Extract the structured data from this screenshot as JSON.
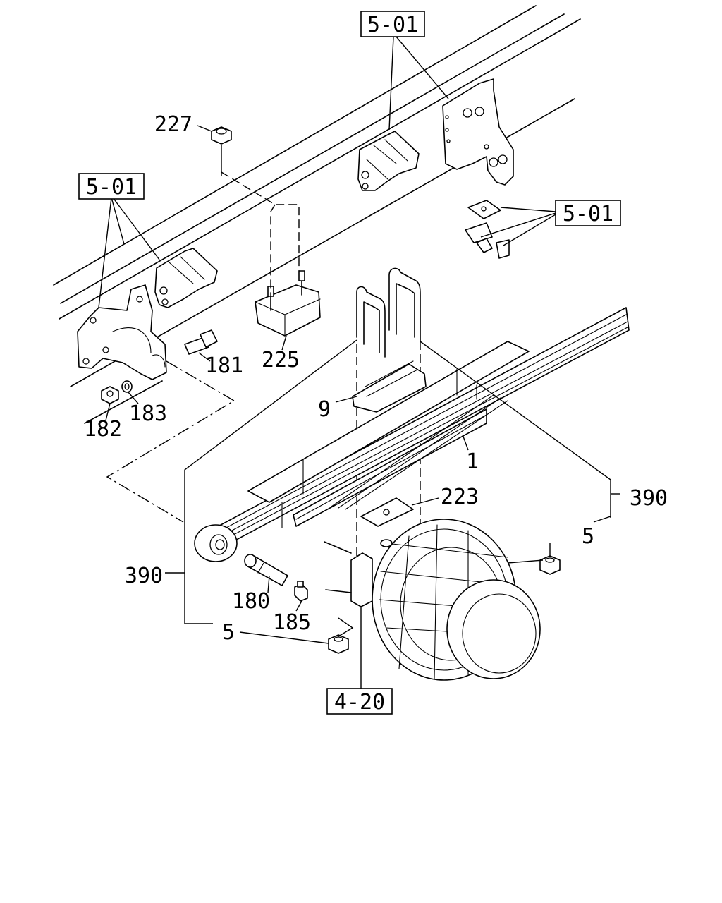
{
  "callouts": {
    "c227": "227",
    "c181": "181",
    "c182": "182",
    "c183": "183",
    "c225": "225",
    "c9": "9",
    "c1": "1",
    "c223": "223",
    "c390_right": "390",
    "c5_right": "5",
    "c390_left": "390",
    "c180": "180",
    "c185": "185",
    "c5_left": "5"
  },
  "references": {
    "ref_top": "5-01",
    "ref_left": "5-01",
    "ref_right": "5-01",
    "ref_bottom": "4-20"
  }
}
